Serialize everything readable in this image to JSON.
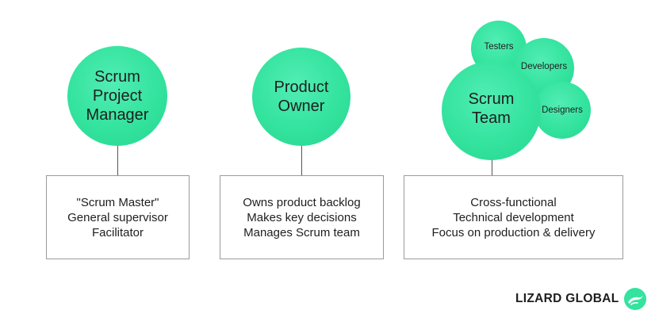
{
  "roles": [
    {
      "title_lines": [
        "Scrum",
        "Project",
        "Manager"
      ],
      "duties": [
        "\"Scrum Master\"",
        "General supervisor",
        "Facilitator"
      ]
    },
    {
      "title_lines": [
        "Product",
        "Owner"
      ],
      "duties": [
        "Owns product backlog",
        "Makes key decisions",
        "Manages Scrum team"
      ]
    },
    {
      "title_lines": [
        "Scrum",
        "Team"
      ],
      "duties": [
        "Cross-functional",
        "Technical development",
        "Focus on production & delivery"
      ],
      "members": [
        "Testers",
        "Developers",
        "Designers"
      ]
    }
  ],
  "brand": {
    "name": "LIZARD GLOBAL",
    "color": "#33e39e"
  }
}
